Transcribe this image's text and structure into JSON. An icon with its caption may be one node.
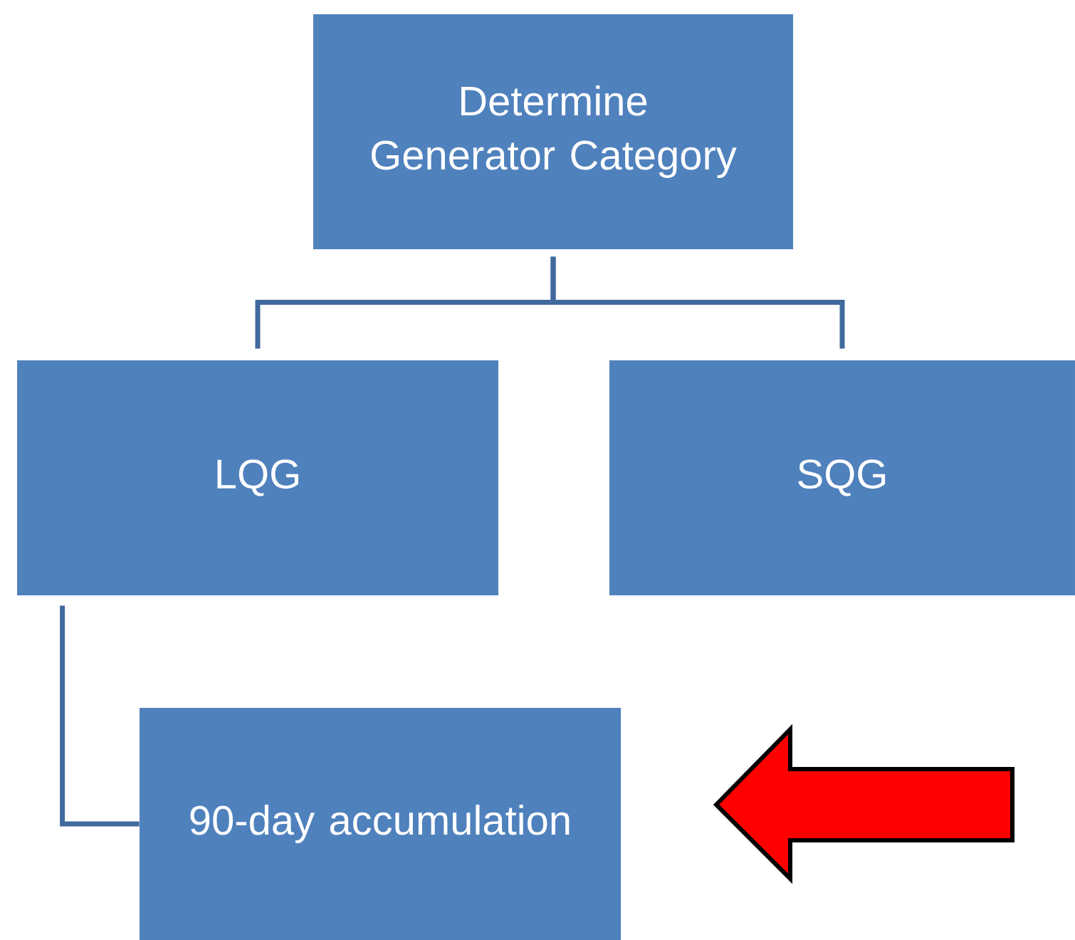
{
  "diagram": {
    "nodes": [
      {
        "text": [
          "Determine Generator Category"
        ]
      },
      {
        "text": [
          "LQG"
        ]
      },
      {
        "text": [
          "SQG"
        ]
      },
      {
        "text": [
          "90-day accumulation"
        ]
      }
    ],
    "edges": [
      {
        "from": 0,
        "to": 1,
        "arrow": "none"
      },
      {
        "from": 0,
        "to": 2,
        "arrow": "none"
      },
      {
        "from": 1,
        "to": 3,
        "arrow": "none"
      }
    ]
  }
}
